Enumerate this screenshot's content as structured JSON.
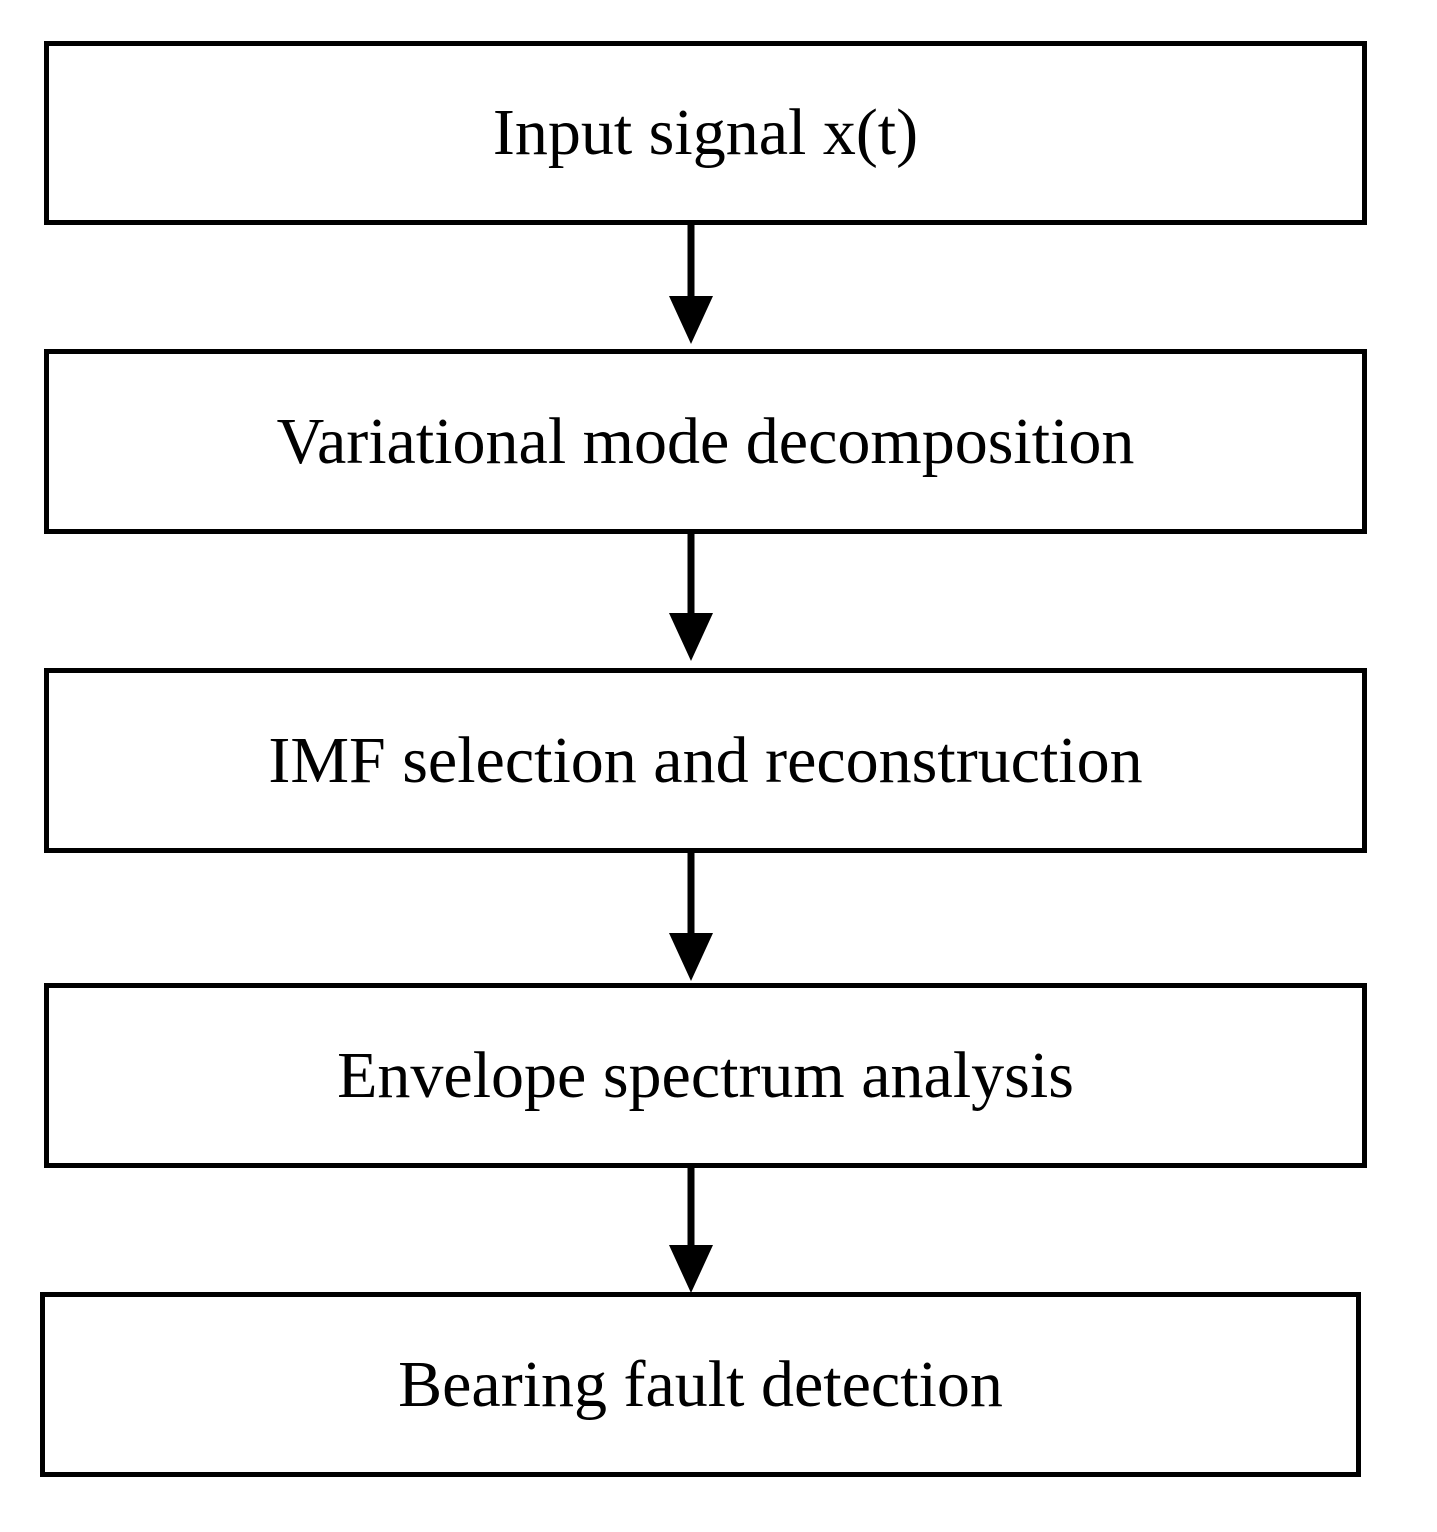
{
  "diagram": {
    "steps": [
      {
        "label": "Input signal x(t)"
      },
      {
        "label": "Variational mode decomposition"
      },
      {
        "label": "IMF selection and reconstruction"
      },
      {
        "label": "Envelope spectrum analysis"
      },
      {
        "label": "Bearing fault detection"
      }
    ],
    "connectors": [
      {
        "from": 1,
        "to": 2
      },
      {
        "from": 2,
        "to": 3
      },
      {
        "from": 3,
        "to": 4
      },
      {
        "from": 4,
        "to": 5
      }
    ]
  },
  "colors": {
    "line": "#000000",
    "background": "#ffffff"
  }
}
